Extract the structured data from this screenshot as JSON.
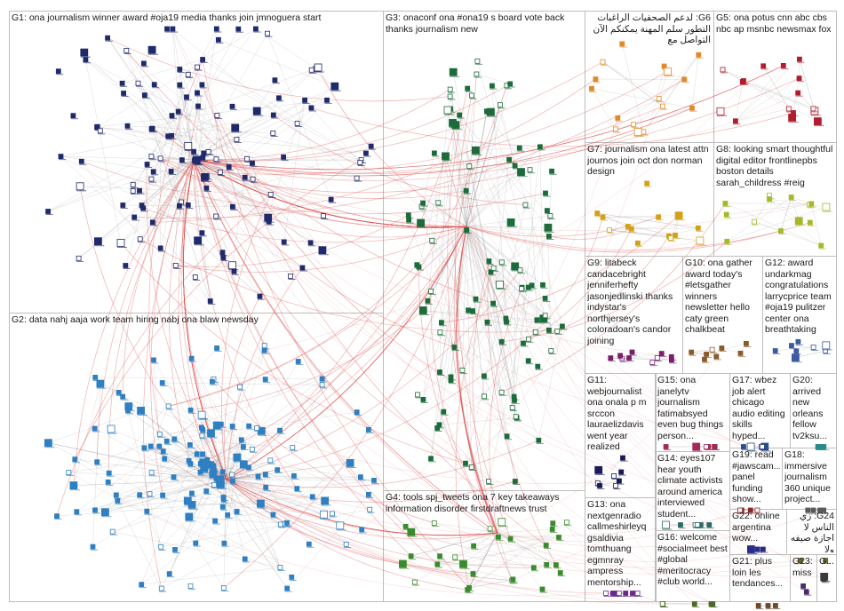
{
  "colors": {
    "background": "#ffffff",
    "box_border": "#bdbdbd",
    "inter_group_edge": "#e05555",
    "intra_group_edge": "#9a9a9a",
    "text": "#1a1a1a"
  },
  "groups": [
    {
      "id": "G1",
      "label": "G1: ona journalism winner award #oja19 media thanks join jmnoguera start",
      "node_color": "#1f2a6b",
      "node_count": 130
    },
    {
      "id": "G2",
      "label": "G2: data nahj aaja work team hiring nabj ona blaw newsday",
      "node_color": "#2f7fc1",
      "node_count": 150
    },
    {
      "id": "G3",
      "label": "G3: onaconf ona #ona19 s board vote back thanks journalism new",
      "node_color": "#1c6b3a",
      "node_count": 110
    },
    {
      "id": "G4",
      "label": "G4: tools spj_tweets ona 7 key takeaways information disorder firstdraftnews trust",
      "node_color": "#3a8a2e",
      "node_count": 30
    },
    {
      "id": "G5",
      "label": "G5: ona potus cnn abc cbs nbc ap msnbc newsmax fox",
      "node_color": "#b01e2e",
      "node_count": 16
    },
    {
      "id": "G6",
      "label": "G6: لدعم الصحفيات الراغبات التطور سلم المهنة يمكنكم الآن التواصل مع",
      "node_color": "#e08a2a",
      "node_count": 16,
      "rtl": true
    },
    {
      "id": "G7",
      "label": "G7: journalism ona latest attn journos join oct don norman design",
      "node_color": "#d4a017",
      "node_count": 14
    },
    {
      "id": "G8",
      "label": "G8: looking smart thoughtful digital editor frontlinepbs boston details sarah_childress #reig",
      "node_color": "#a5b82a",
      "node_count": 14
    },
    {
      "id": "G9",
      "label": "G9: litabeck candacebright jenniferhefty jasonjedlinski thanks indystar's northjersey's coloradoan's candor joining",
      "node_color": "#7a1f6b",
      "node_count": 10
    },
    {
      "id": "G10",
      "label": "G10: ona gather award today's #letsgather winners newsletter hello caty green chalkbeat",
      "node_color": "#8a5a2a",
      "node_count": 8
    },
    {
      "id": "G11",
      "label": "G11: webjournalist ona onala p m srccon lauraelizdavis went year realized",
      "node_color": "#1a1a5a",
      "node_count": 8
    },
    {
      "id": "G12",
      "label": "G12: award undarkmag congratulations larrycprice team #oja19 pulitzer center ona breathtaking",
      "node_color": "#3c5aa0",
      "node_count": 8
    },
    {
      "id": "G13",
      "label": "G13: ona nextgenradio callmeshirleyq gsaldivia tomthuang egmnray ampress mentorship...",
      "node_color": "#6a2a8a",
      "node_count": 7
    },
    {
      "id": "G14",
      "label": "G14: eyes107 hear youth climate activists around america interviewed student...",
      "node_color": "#2a6a6a",
      "node_count": 6
    },
    {
      "id": "G15",
      "label": "G15: ona janelytv journalism fatimabsyed even bug things person...",
      "node_color": "#a02a5a",
      "node_count": 6
    },
    {
      "id": "G16",
      "label": "G16: welcome #socialmeet best #global #meritocracy #club world...",
      "node_color": "#4a6a2a",
      "node_count": 5
    },
    {
      "id": "G17",
      "label": "G17: wbez job alert chicago audio editing skills hyped...",
      "node_color": "#2a4a8a",
      "node_count": 5
    },
    {
      "id": "G18",
      "label": "G18: immersive journalism 360 unique project...",
      "node_color": "#5a5a5a",
      "node_count": 4
    },
    {
      "id": "G19",
      "label": "G19: read #jawscam... panel funding show...",
      "node_color": "#8a2a2a",
      "node_count": 4
    },
    {
      "id": "G20",
      "label": "G20: arrived new orleans fellow tv2ksu...",
      "node_color": "#2a8a8a",
      "node_count": 4
    },
    {
      "id": "G21",
      "label": "G21: plus loin les tendances...",
      "node_color": "#6a4a2a",
      "node_count": 3
    },
    {
      "id": "G22",
      "label": "G22: online argentina wow...",
      "node_color": "#2a2a8a",
      "node_count": 3
    },
    {
      "id": "G23",
      "label": "G23: miss",
      "node_color": "#4a2a6a",
      "node_count": 2
    },
    {
      "id": "G24",
      "label": "G24: زي الناس لا اجازة صيفه ولا",
      "node_color": "#6a6a2a",
      "node_count": 2
    },
    {
      "id": "G25",
      "label": "G...",
      "node_color": "#3a3a3a",
      "node_count": 2
    }
  ]
}
